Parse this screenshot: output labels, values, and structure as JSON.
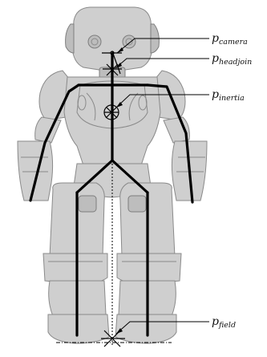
{
  "labels": {
    "camera": {
      "base": "p",
      "sub": "camera"
    },
    "headjoint": {
      "base": "p",
      "sub": "headjoin"
    },
    "inertia": {
      "base": "p",
      "sub": "inertia"
    },
    "field": {
      "base": "p",
      "sub": "field"
    }
  }
}
